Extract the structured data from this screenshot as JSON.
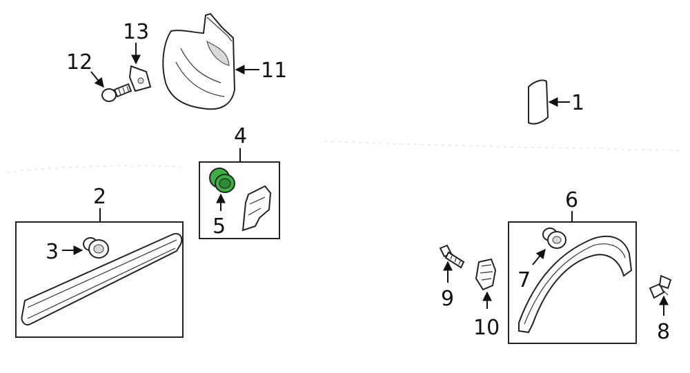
{
  "labels": {
    "p1": "1",
    "p2": "2",
    "p3": "3",
    "p4": "4",
    "p5": "5",
    "p6": "6",
    "p7": "7",
    "p8": "8",
    "p9": "9",
    "p10": "10",
    "p11": "11",
    "p12": "12",
    "p13": "13"
  },
  "colors": {
    "highlight": "#3cb043",
    "ink": "#111111"
  }
}
